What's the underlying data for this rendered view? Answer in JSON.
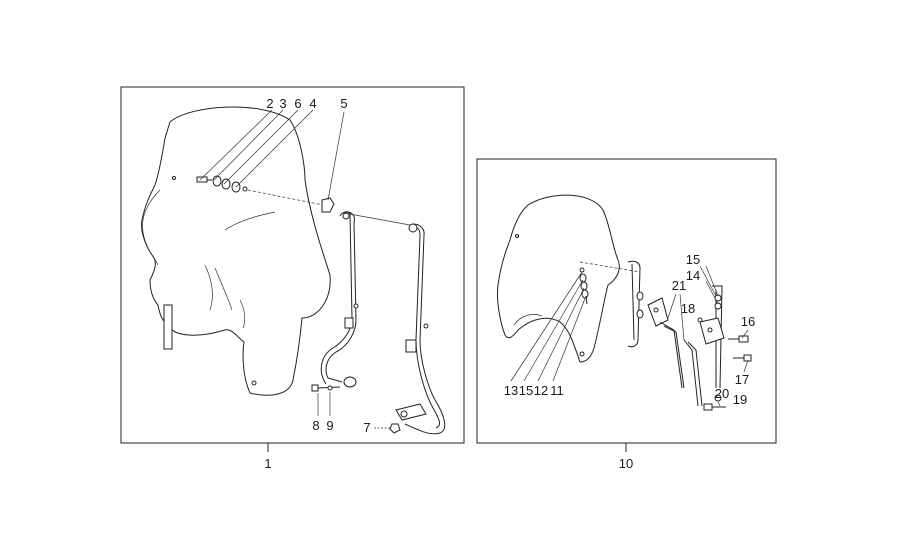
{
  "kits": [
    {
      "number": "1",
      "callouts": [
        "2",
        "3",
        "6",
        "4",
        "5",
        "8",
        "9",
        "7"
      ]
    },
    {
      "number": "10",
      "callouts": [
        "15",
        "14",
        "21",
        "18",
        "16",
        "17",
        "20",
        "19",
        "13",
        "15",
        "12",
        "11"
      ]
    }
  ]
}
